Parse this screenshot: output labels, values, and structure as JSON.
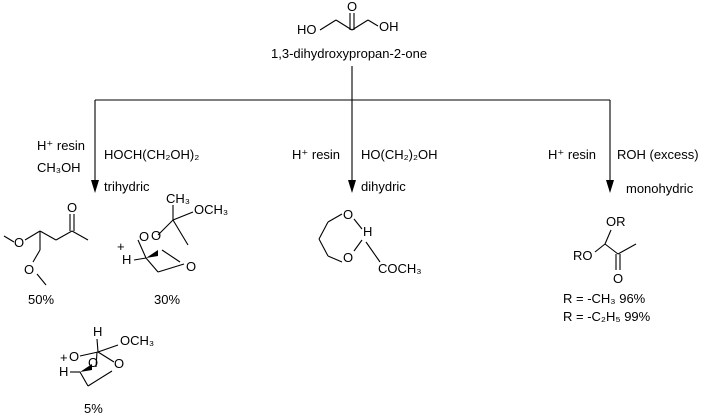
{
  "start_material": {
    "name": "1,3-dihydroxypropan-2-one",
    "atom_ho": "HO",
    "atom_oh": "OH",
    "atom_o": "O"
  },
  "branches": [
    {
      "reagent_line1": "H⁺ resin",
      "reagent_line2": "CH₃OH",
      "reagent_right": "HOCH(CH₂OH)₂",
      "class_label": "trihydric",
      "product_a": {
        "yield": "50%",
        "atom_o": "O"
      },
      "plus_1": "+",
      "product_b": {
        "yield": "30%",
        "ch3": "CH₃",
        "och3": "OCH₃",
        "h": "H",
        "o": "O"
      },
      "plus_2": "+",
      "product_c": {
        "yield": "5%",
        "och3": "OCH₃",
        "h": "H",
        "o": "O"
      }
    },
    {
      "reagent_line1": "H⁺ resin",
      "reagent_right": "HO(CH₂)₂OH",
      "class_label": "dihydric",
      "product": {
        "o": "O",
        "h": "H",
        "acetyl": "COCH₃"
      }
    },
    {
      "reagent_line1": "H⁺ resin",
      "reagent_right": "ROH (excess)",
      "class_label": "monohydric",
      "product": {
        "or_top": "OR",
        "ro": "RO",
        "o": "O"
      },
      "yield_line1": "R = -CH₃ 96%",
      "yield_line2": "R = -C₂H₅ 99%"
    }
  ]
}
